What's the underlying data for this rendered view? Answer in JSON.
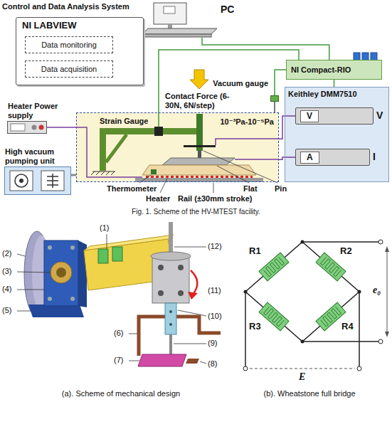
{
  "diagram": {
    "caption": "Fig. 1. Scheme of the HV-MTEST facility.",
    "nodes": [
      {
        "text": [
          "PC"
        ]
      },
      {
        "text": [
          "NI LABVIEW"
        ]
      },
      {
        "text": [
          "Data monitoring"
        ],
        "in": 1
      },
      {
        "text": [
          "Data acquisition"
        ],
        "in": 1
      },
      {
        "text": [
          "NI Compact-RIO"
        ]
      },
      {
        "text": [
          "Vacuum gauge"
        ]
      },
      {
        "text": [
          "Keithley DMM7510"
        ]
      },
      {
        "text": [
          "V",
          "V"
        ],
        "in": 6
      },
      {
        "text": [
          "I",
          "A"
        ],
        "in": 6
      },
      {
        "text": [
          "10⁻³Pa-10⁻⁵Pa"
        ]
      },
      {
        "text": [
          "Heater Power supply"
        ]
      },
      {
        "text": [
          "High vacuum pumping unit"
        ]
      }
    ],
    "edges": [
      {
        "from": 0,
        "to": 4,
        "arrow": "none"
      },
      {
        "from": 5,
        "to": 4,
        "arrow": "none"
      },
      {
        "from": 4,
        "to": 6,
        "arrow": "none"
      },
      {
        "from": 7,
        "to": 9,
        "arrow": "none"
      },
      {
        "from": 8,
        "to": 9,
        "arrow": "none"
      },
      {
        "from": 10,
        "to": 9,
        "arrow": "none"
      },
      {
        "from": 11,
        "to": 9,
        "arrow": "none"
      }
    ],
    "labels": [
      "Control and Data Analysis System",
      "Contact Force (6-30N, 6N/step)",
      "Strain Gauge",
      "Thermometer",
      "Heater",
      "Rail (±30mm stroke)",
      "Flat",
      "Pin",
      "(1)",
      "(2)",
      "(3)",
      "(4)",
      "(5)",
      "(6)",
      "(7)",
      "(8)",
      "(9)",
      "(10)",
      "(11)",
      "(12)",
      "(a). Scheme of mechanical design",
      "R1",
      "R2",
      "R3",
      "R4",
      "e₀",
      "E",
      "(b). Wheatstone full bridge"
    ]
  }
}
